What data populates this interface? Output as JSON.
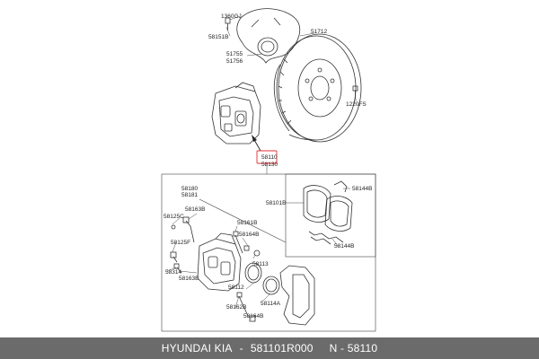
{
  "top_labels": {
    "part_1360GJ": "1360GJ",
    "part_58151B": "58151B",
    "part_51712": "51712",
    "part_51755": "51755",
    "part_51756": "51756",
    "part_1220FS": "1220FS",
    "part_58110": "58110",
    "part_58130": "58130"
  },
  "detail_labels": {
    "part_58180": "58180",
    "part_58181": "58181",
    "part_58163B_top": "58163B",
    "part_58125C": "58125C",
    "part_58161B": "58161B",
    "part_58164B_top": "58164B",
    "part_58125F": "58125F",
    "part_58113": "58113",
    "part_58314": "58314",
    "part_58163B_bottom": "58163B",
    "part_58112": "58112",
    "part_58162B": "58162B",
    "part_58114A": "58114A",
    "part_58164B_bottom": "58164B",
    "part_58101B": "58101B",
    "part_58144B_top": "58144B",
    "part_58144B_bottom": "58144B"
  },
  "footer": {
    "brand": "HYUNDAI  KIA",
    "part_number": "581101R000",
    "n_label": "N - 58110"
  },
  "colors": {
    "highlight": "#e03030",
    "footer_bg": "#6b6b6b"
  }
}
